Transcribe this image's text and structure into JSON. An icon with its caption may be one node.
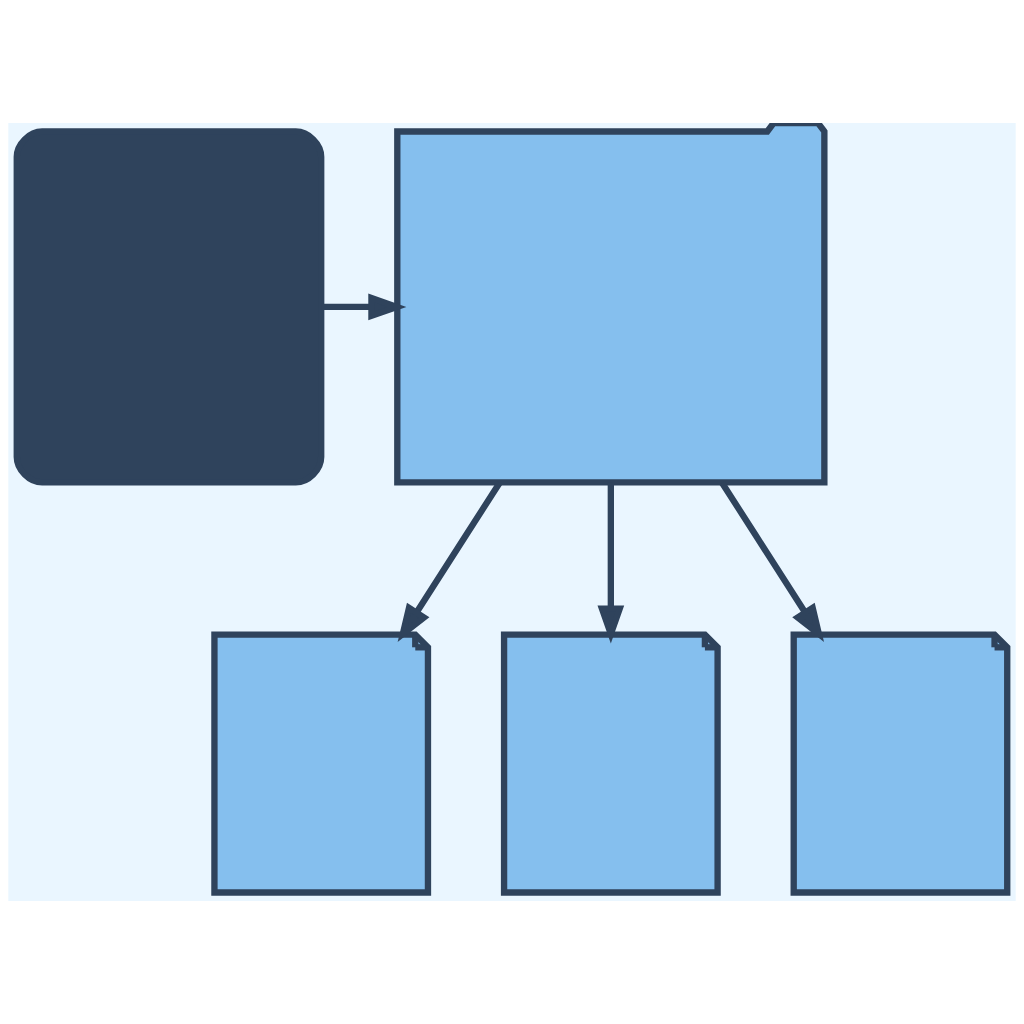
{
  "diagram": {
    "nodes": [
      {
        "text": [],
        "shape": "box"
      },
      {
        "text": [],
        "shape": "folder"
      },
      {
        "text": [],
        "shape": "file"
      },
      {
        "text": [],
        "shape": "file"
      },
      {
        "text": [],
        "shape": "file"
      }
    ],
    "edges": [
      {
        "from": 0,
        "to": 1,
        "arrow": "to"
      },
      {
        "from": 1,
        "to": 2,
        "arrow": "to"
      },
      {
        "from": 1,
        "to": 3,
        "arrow": "to"
      },
      {
        "from": 1,
        "to": 4,
        "arrow": "to"
      }
    ]
  }
}
